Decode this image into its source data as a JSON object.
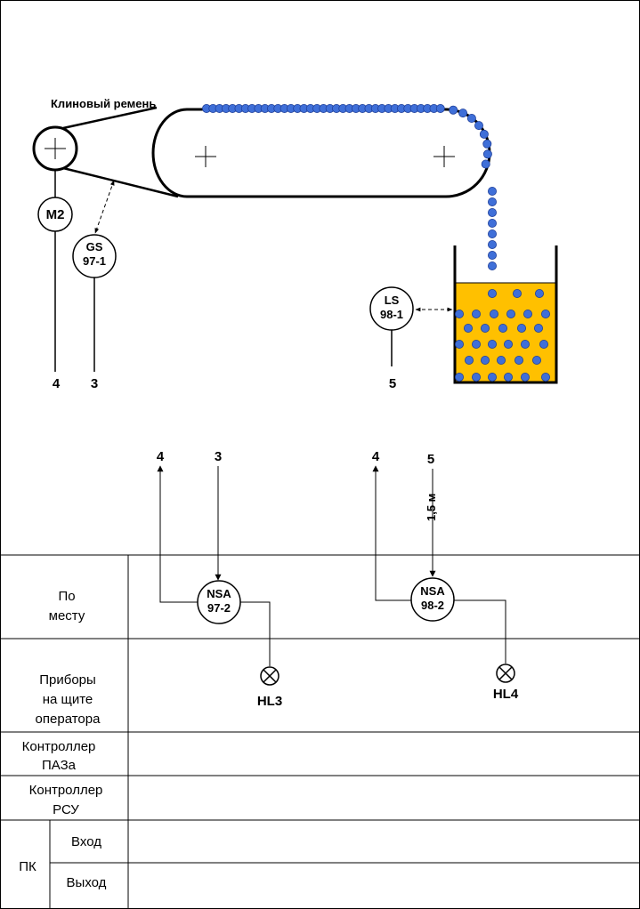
{
  "belt_label": "Клиновый ремень",
  "motor": {
    "label": "M2"
  },
  "instruments": {
    "gs": {
      "line1": "GS",
      "line2": "97-1"
    },
    "ls": {
      "line1": "LS",
      "line2": "98-1"
    },
    "nsa97": {
      "line1": "NSA",
      "line2": "97-2"
    },
    "nsa98": {
      "line1": "NSA",
      "line2": "98-2"
    }
  },
  "connections": {
    "m2_out": "4",
    "gs_out": "3",
    "ls_out": "5",
    "nsa97_in_a": "4",
    "nsa97_in_b": "3",
    "nsa98_in_a": "4",
    "nsa98_in_b": "5",
    "cable_length": "1,5 м"
  },
  "lamps": {
    "hl3": "HL3",
    "hl4": "HL4"
  },
  "table": {
    "row_local": [
      "По",
      "месту"
    ],
    "row_panel": [
      "Приборы",
      "на щите",
      "оператора"
    ],
    "row_paz": [
      "Контроллер",
      "ПАЗа"
    ],
    "row_rsu": [
      "Контроллер",
      "РСУ"
    ],
    "row_pk": "ПК",
    "row_input": "Вход",
    "row_output": "Выход"
  },
  "colors": {
    "tank_fill": "#FFC000",
    "granule": "#3F6FD8",
    "granule_stroke": "#1F3F99"
  }
}
